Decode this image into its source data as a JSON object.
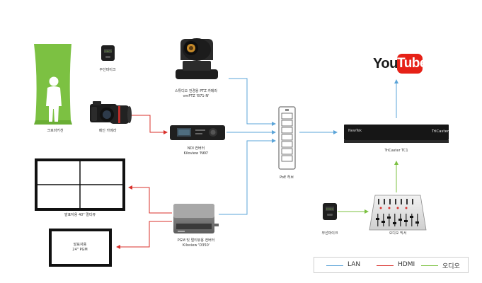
{
  "labels": {
    "wireless_mic_top": "무선마이크",
    "ptz_camera_line1": "스튜디오 전경용 PTZ 카메라",
    "ptz_camera_line2": "vmPTZ 'B71-N'",
    "chroma_key": "크로마키천",
    "main_camera": "메인 카메라",
    "ndi_converter_line1": "NDI 컨버터",
    "ndi_converter_line2": "Kiloview 'N60'",
    "poe_switch": "PoE 허브",
    "tricaster": "TriCaster TC1",
    "monitor_big": "발표자용 40\" 멀티뷰",
    "monitor_small_line1": "발표자용",
    "monitor_small_line2": "24\" PGM",
    "pgm_converter_line1": "PGM 및 멀티뷰용 컨버터",
    "pgm_converter_line2": "Kiloview 'D350'",
    "wireless_mic_bottom": "무선마이크",
    "audio_mixer": "오디오 믹서"
  },
  "youtube_logo": {
    "part1": "You",
    "part2": "Tube"
  },
  "device_text": {
    "tricaster_brand": "NewTek",
    "tricaster_model": "TriCaster",
    "mic_brand": "SYNCO"
  },
  "legend": [
    {
      "label": "LAN",
      "color": "#5ba4d8"
    },
    {
      "label": "HDMI",
      "color": "#d9302b"
    },
    {
      "label": "오디오",
      "color": "#7cc142"
    }
  ],
  "colors": {
    "lan": "#5ba4d8",
    "hdmi": "#d9302b",
    "audio": "#7cc142",
    "chroma_green": "#7cc142",
    "youtube_red": "#e62117"
  }
}
